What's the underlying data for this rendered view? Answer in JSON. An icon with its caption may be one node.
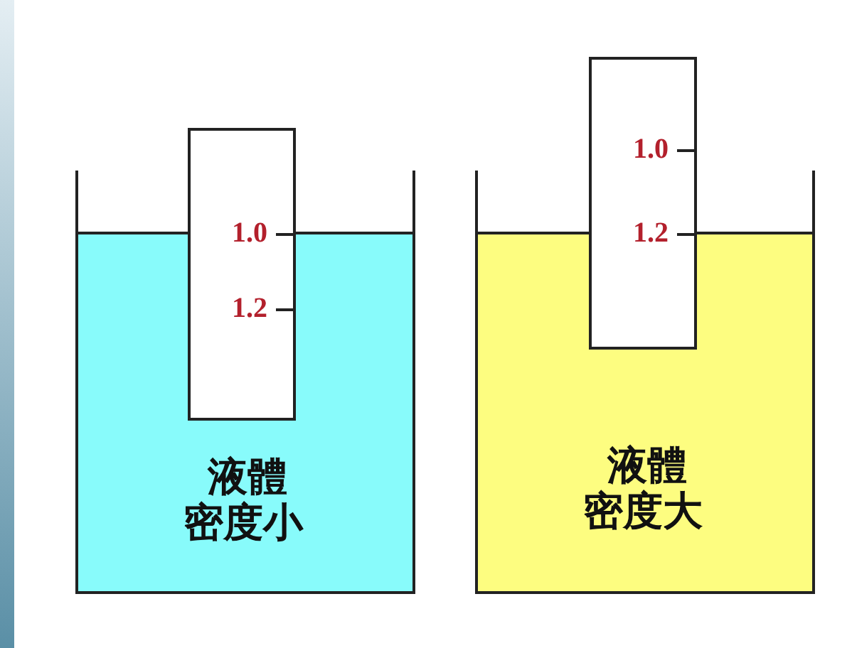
{
  "diagram": {
    "nodes": [
      {
        "text": [
          "液體密度小"
        ]
      },
      {
        "text": [
          "1.0",
          "1.2"
        ]
      },
      {
        "text": [
          "液體密度大"
        ]
      },
      {
        "text": [
          "1.0",
          "1.2"
        ]
      }
    ]
  }
}
